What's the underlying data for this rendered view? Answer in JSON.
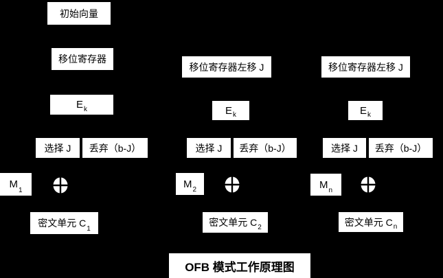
{
  "colors": {
    "background": "#000000",
    "box_fill": "#ffffff",
    "text": "#000000"
  },
  "title": "OFB 模式工作原理图",
  "columns": [
    {
      "initial_vector": "初始向量",
      "shift_register": "移位寄存器",
      "encryptor": {
        "base": "E",
        "sub": "k"
      },
      "select": "选择 J",
      "discard": "丢弃（b-J）",
      "message": {
        "base": "M",
        "sub": "1"
      },
      "xor_icon": "xor-circle",
      "ciphertext": {
        "base": "密文单元 C",
        "sub": "1"
      }
    },
    {
      "shift_register": "移位寄存器左移 J",
      "encryptor": {
        "base": "E",
        "sub": "k"
      },
      "select": "选择 J",
      "discard": "丢弃（b-J）",
      "message": {
        "base": "M",
        "sub": "2"
      },
      "xor_icon": "xor-circle",
      "ciphertext": {
        "base": "密文单元 C",
        "sub": "2"
      }
    },
    {
      "shift_register": "移位寄存器左移 J",
      "encryptor": {
        "base": "E",
        "sub": "k"
      },
      "select": "选择 J",
      "discard": "丢弃（b-J）",
      "message": {
        "base": "M",
        "sub": "n"
      },
      "xor_icon": "xor-circle",
      "ciphertext": {
        "base": "密文单元 C",
        "sub": "n"
      }
    }
  ]
}
